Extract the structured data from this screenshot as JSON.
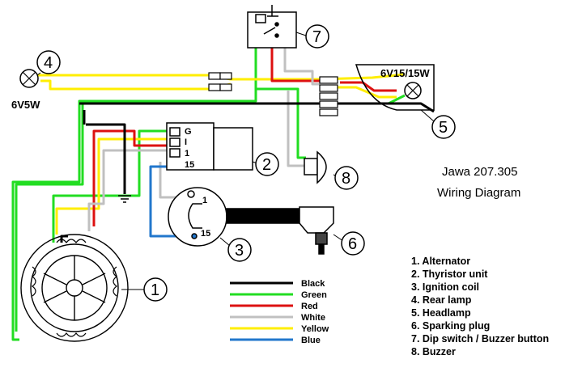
{
  "title": {
    "model": "Jawa 207.305",
    "subtitle": "Wiring Diagram"
  },
  "bulbs": {
    "rear": "6V5W",
    "head": "6V15/15W"
  },
  "terminals": {
    "unit": [
      "G",
      "I",
      "1",
      "15"
    ],
    "coil": [
      "1",
      "15"
    ]
  },
  "callouts": [
    "1",
    "2",
    "3",
    "4",
    "5",
    "6",
    "7",
    "8"
  ],
  "components": [
    "1. Alternator",
    "2. Thyristor unit",
    "3. Ignition coil",
    "4. Rear lamp",
    "5. Headlamp",
    "6. Sparking plug",
    "7. Dip switch / Buzzer button",
    "8. Buzzer"
  ],
  "legend": [
    {
      "label": "Black",
      "color": "#000000"
    },
    {
      "label": "Green",
      "color": "#22dd22"
    },
    {
      "label": "Red",
      "color": "#dd1111"
    },
    {
      "label": "White",
      "color": "#c0c0c0"
    },
    {
      "label": "Yellow",
      "color": "#ffee00"
    },
    {
      "label": "Blue",
      "color": "#2277cc"
    }
  ]
}
